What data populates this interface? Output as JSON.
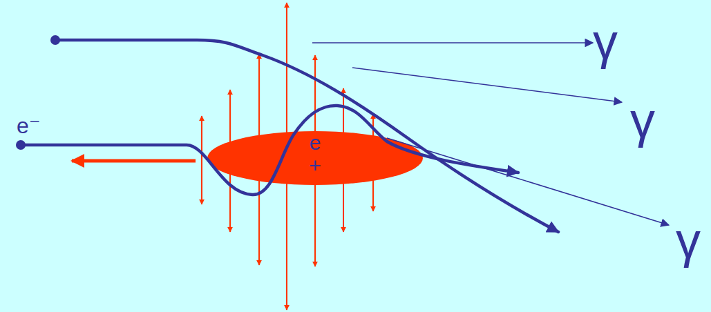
{
  "diagram": {
    "nodes": [
      {
        "text": [
          "e+"
        ]
      }
    ],
    "labels": [
      "e⁻",
      "γ",
      "γ",
      "γ"
    ]
  }
}
